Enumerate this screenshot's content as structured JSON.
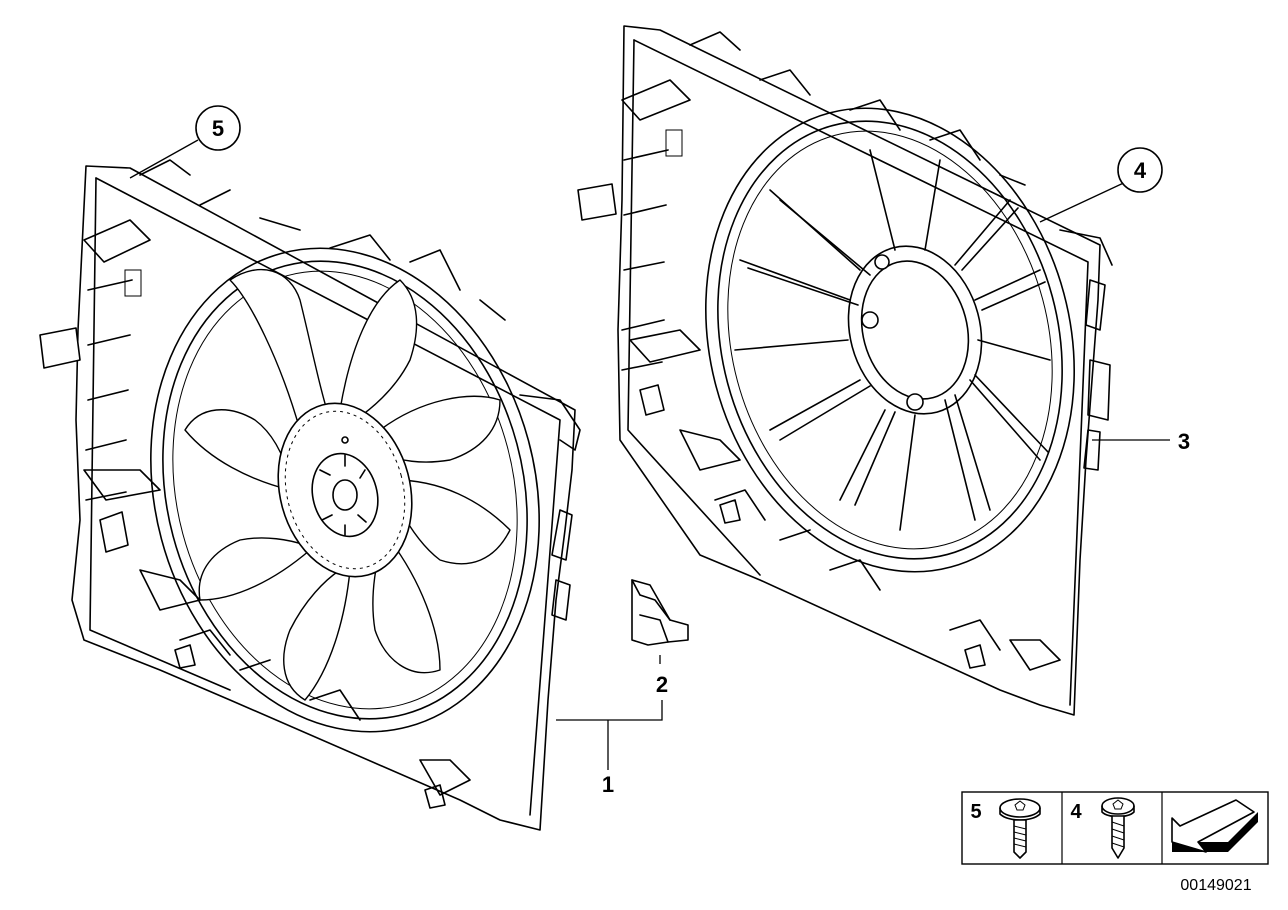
{
  "callouts": {
    "c1": "1",
    "c2": "2",
    "c3": "3",
    "c4": "4",
    "c5": "5"
  },
  "legend": {
    "item5": "5",
    "item4": "4"
  },
  "part_number": "00149021",
  "icons": {
    "screw_5": "torx-pan-head-screw-icon",
    "screw_4": "self-tapping-screw-icon",
    "arrow": "direction-arrow-icon"
  }
}
